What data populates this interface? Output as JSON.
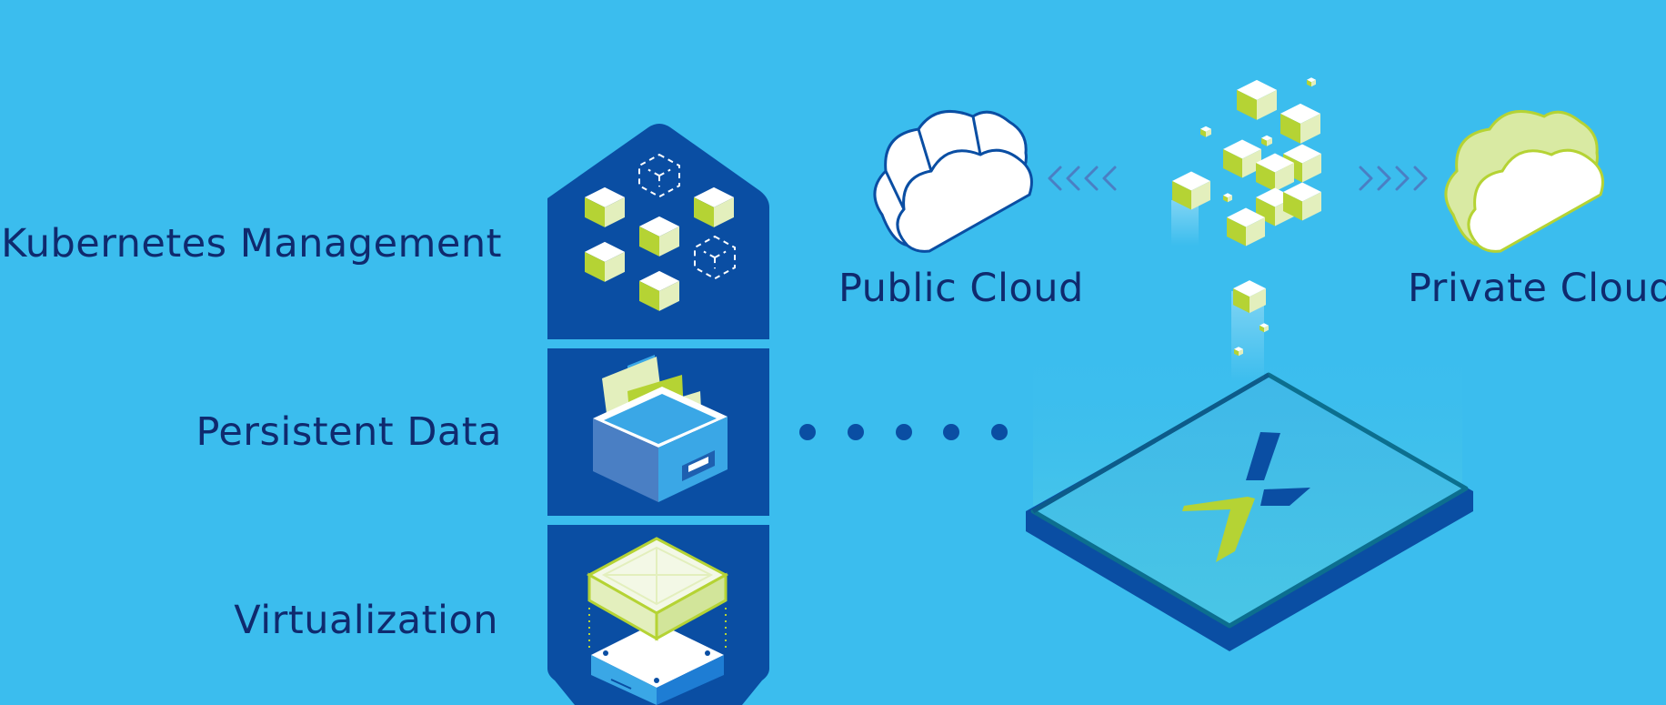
{
  "labels": {
    "kubernetes": "Kubernetes Management",
    "persistent": "Persistent Data",
    "virtualization": "Virtualization",
    "public_cloud": "Public Cloud",
    "private_cloud": "Private Cloud"
  },
  "colors": {
    "background": "#3bbdee",
    "navy": "#0a4ea3",
    "dark_navy": "#0f2a6e",
    "lime": "#b5d334",
    "pale_lime": "#e3efbd",
    "light_blue": "#3aa7e6",
    "mid_blue": "#4a7fc4"
  },
  "icons": [
    "hexagon-stack-icon",
    "container-cubes-icon",
    "file-box-icon",
    "virtual-layer-icon",
    "cloud-icon",
    "arrows-left-icon",
    "arrows-right-icon",
    "cube-cluster-icon",
    "platform-slab-icon",
    "x-logo-icon"
  ]
}
